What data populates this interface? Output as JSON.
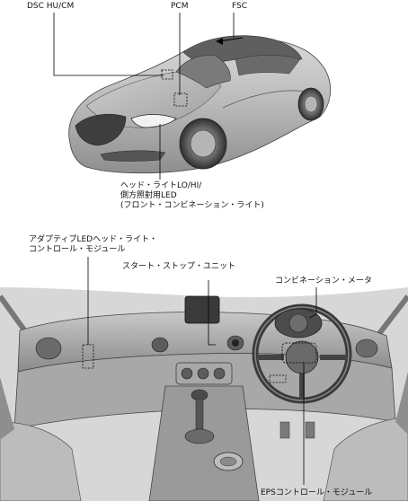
{
  "top_diagram": {
    "labels": {
      "dsc_hu_cm": "DSC HU/CM",
      "pcm": "PCM",
      "fsc": "FSC",
      "headlight_line1": "ヘッド・ライトLO/HI/",
      "headlight_line2": "側方照射用LED",
      "headlight_line3": "(フロント・コンビネーション・ライト)"
    }
  },
  "bottom_diagram": {
    "labels": {
      "adaptive_line1": "アダプティブLEDヘッド・ライト・",
      "adaptive_line2": "コントロール・モジュール",
      "start_stop": "スタート・ストップ・ユニット",
      "combination_meter": "コンビネーション・メータ",
      "eps": "EPSコントロール・モジュール"
    }
  }
}
